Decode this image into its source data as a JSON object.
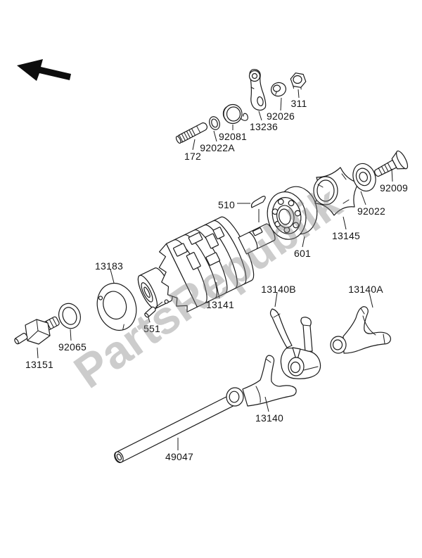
{
  "watermark": {
    "text": "PartsRepublik"
  },
  "colors": {
    "line": "#1b1b1b",
    "watermark_gray": "#c9c9c9",
    "background": "#ffffff",
    "arrow": "#0d0d0d"
  },
  "icons": {
    "direction_arrow": "solid-left-up-arrow"
  },
  "parts": {
    "p172": {
      "label": "172"
    },
    "p92022A": {
      "label": "92022A"
    },
    "p92081": {
      "label": "92081"
    },
    "p13236": {
      "label": "13236"
    },
    "p92026": {
      "label": "92026"
    },
    "p311": {
      "label": "311"
    },
    "p92009": {
      "label": "92009"
    },
    "p92022": {
      "label": "92022"
    },
    "p13145": {
      "label": "13145"
    },
    "p601": {
      "label": "601"
    },
    "p510": {
      "label": "510"
    },
    "p13141": {
      "label": "13141"
    },
    "p13183": {
      "label": "13183"
    },
    "p551": {
      "label": "551"
    },
    "p92065": {
      "label": "92065"
    },
    "p13151": {
      "label": "13151"
    },
    "p13140B": {
      "label": "13140B"
    },
    "p13140A": {
      "label": "13140A"
    },
    "p13140": {
      "label": "13140"
    },
    "p49047": {
      "label": "49047"
    }
  }
}
